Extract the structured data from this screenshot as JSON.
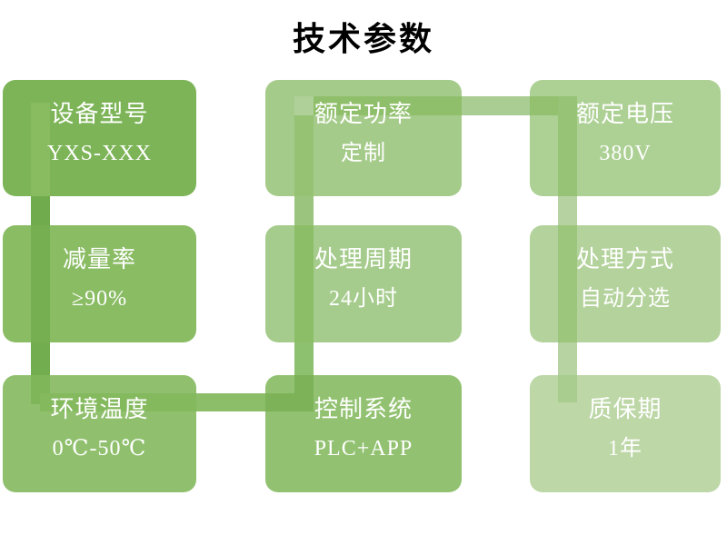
{
  "title": "技术参数",
  "boxes": [
    {
      "id": "device-model",
      "label": "设备型号",
      "value": "YXS-XXX",
      "color": "#7CB457"
    },
    {
      "id": "rated-power",
      "label": "额定功率",
      "value": "定制",
      "color": "#A5CB8A"
    },
    {
      "id": "rated-voltage",
      "label": "额定电压",
      "value": "380V",
      "color": "#ADD094"
    },
    {
      "id": "reduction-rate",
      "label": "减量率",
      "value": "≥90%",
      "color": "#8ABC64"
    },
    {
      "id": "processing-cycle",
      "label": "处理周期",
      "value": "24小时",
      "color": "#A6CC8D"
    },
    {
      "id": "processing-method",
      "label": "处理方式",
      "value": "自动分选",
      "color": "#B4D29C"
    },
    {
      "id": "ambient-temperature",
      "label": "环境温度",
      "value": "0℃-50℃",
      "color": "#90C06E"
    },
    {
      "id": "control-system",
      "label": "控制系统",
      "value": "PLC+APP",
      "color": "#92C271"
    },
    {
      "id": "warranty",
      "label": "质保期",
      "value": "1年",
      "color": "#BDD7A7"
    }
  ],
  "connectors": {
    "v1_in_box1": "#89BC61",
    "v1_gap_top": "#70AB4D",
    "v1_in_box4": "#76AF51",
    "v1_gap_bottom": "#72AD4F",
    "v1_in_box7": "#7FB65A",
    "hbot_in_box7": "#84B95E",
    "hbot_gap": "#8CBD68",
    "hbot_in_box8": "#7DB258",
    "v2_in_box8": "#7DB258",
    "v2_gap_bottom": "#8DC06F",
    "v2_in_box5": "#8CBE67",
    "v2_gap_top": "#9BC57E",
    "v2_in_box2": "#95C273",
    "v2_top_junction": "#AFD098",
    "htop_in_box2": "#8FBF6B",
    "htop_gap": "#A9CD92",
    "htop_in_box3": "#93C170",
    "v3_in_box3": "#96C376",
    "v3_gap_top": "#B5D2A0",
    "v3_in_box6": "#9BC67B",
    "v3_gap_bottom": "#B7D3A2",
    "v3_in_box9": "#A9CD8F"
  }
}
